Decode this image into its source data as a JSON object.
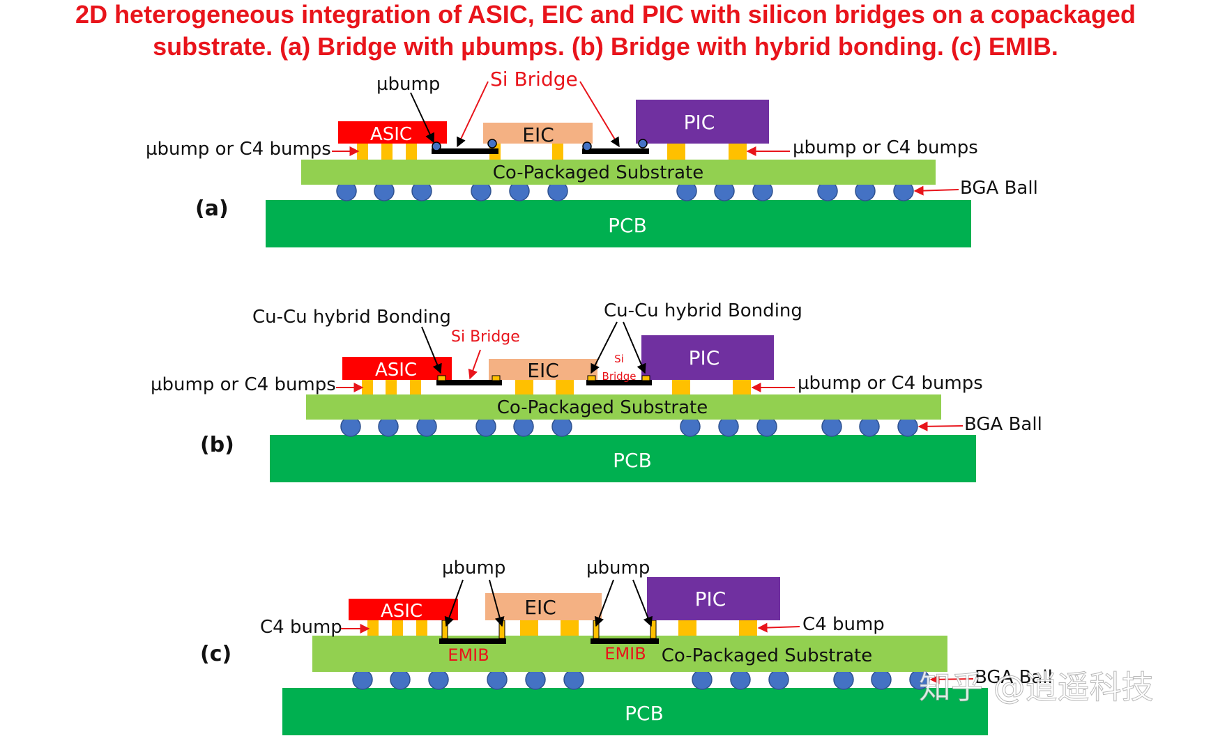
{
  "title": {
    "line1": "2D heterogeneous integration of ASIC, EIC and PIC with silicon bridges on a copackaged",
    "line2": "substrate. (a) Bridge with µbumps. (b) Bridge with hybrid bonding. (c) EMIB."
  },
  "colors": {
    "asic": "#ff0000",
    "eic": "#f4b183",
    "pic": "#7030a0",
    "substrate": "#92d050",
    "pcb": "#00b050",
    "bump": "#ffc000",
    "bga": "#4472c4",
    "bridge": "#000000",
    "arrow_red": "#e8141b",
    "label_red": "#e8141b"
  },
  "panels": {
    "a": {
      "label": "(a)",
      "asic": "ASIC",
      "eic": "EIC",
      "pic": "PIC",
      "substrate": "Co-Packaged Substrate",
      "pcb": "PCB",
      "ubump": "µbump",
      "si_bridge": "Si Bridge",
      "bumps_left": "µbump or C4 bumps",
      "bumps_right": "µbump or C4 bumps",
      "bga": "BGA Ball"
    },
    "b": {
      "label": "(b)",
      "asic": "ASIC",
      "eic": "EIC",
      "pic": "PIC",
      "substrate": "Co-Packaged Substrate",
      "pcb": "PCB",
      "hybrid_left": "Cu-Cu hybrid Bonding",
      "hybrid_right": "Cu-Cu hybrid Bonding",
      "si_bridge": "Si Bridge",
      "si_small_1": "Si",
      "si_small_2": "Bridge",
      "bumps_left": "µbump or C4 bumps",
      "bumps_right": "µbump or C4 bumps",
      "bga": "BGA Ball"
    },
    "c": {
      "label": "(c)",
      "asic": "ASIC",
      "eic": "EIC",
      "pic": "PIC",
      "substrate": "Co-Packaged Substrate",
      "pcb": "PCB",
      "ubump_left": "µbump",
      "ubump_right": "µbump",
      "emib_left": "EMIB",
      "emib_right": "EMIB",
      "c4_left": "C4 bump",
      "c4_right": "C4 bump",
      "bga": "BGA Ball"
    }
  },
  "watermark": "知乎 @逍遥科技"
}
